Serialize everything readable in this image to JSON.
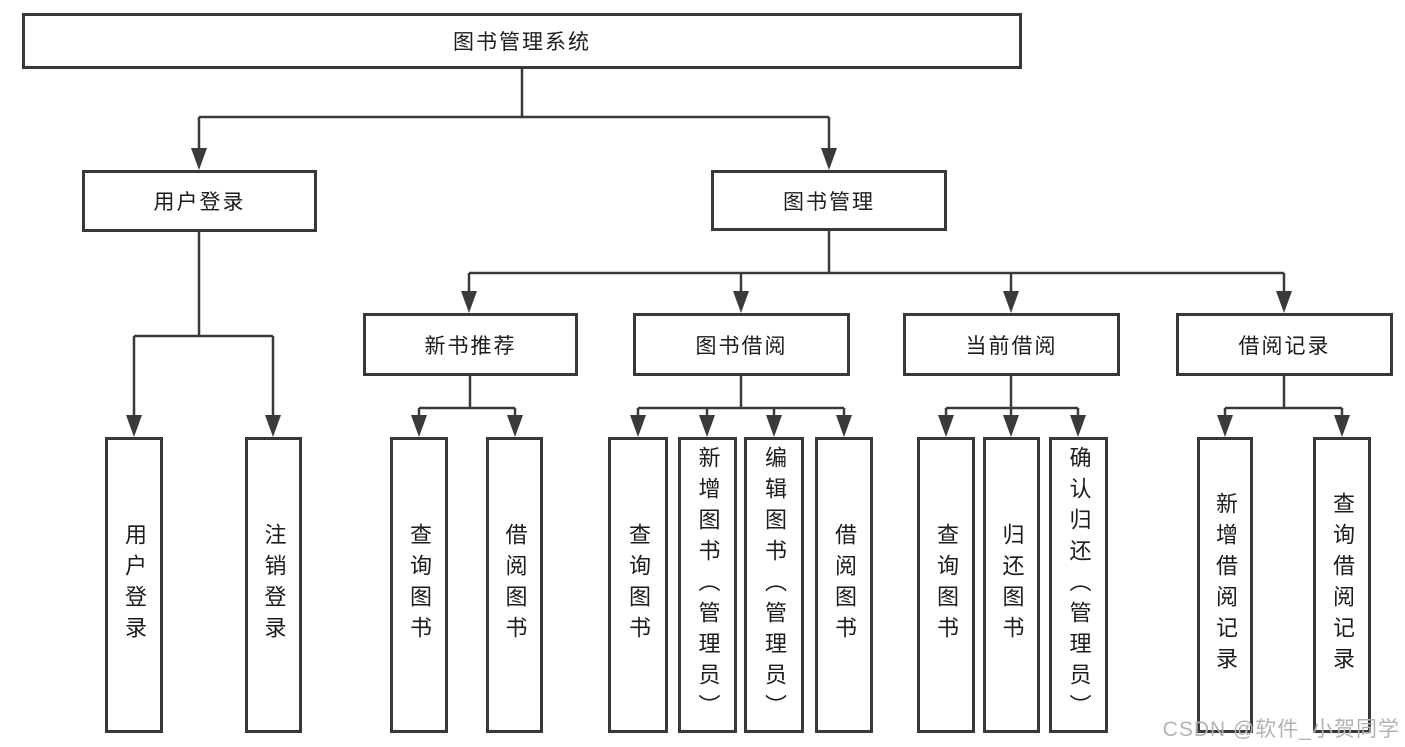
{
  "tree": {
    "root": {
      "label": "图书管理系统"
    },
    "branches": [
      {
        "label": "用户登录",
        "children": [
          {
            "label": "用户登录"
          },
          {
            "label": "注销登录"
          }
        ]
      },
      {
        "label": "图书管理",
        "children": [
          {
            "label": "新书推荐",
            "children": [
              {
                "label": "查询图书"
              },
              {
                "label": "借阅图书"
              }
            ]
          },
          {
            "label": "图书借阅",
            "children": [
              {
                "label": "查询图书"
              },
              {
                "label": "新增图书（管理员）"
              },
              {
                "label": "编辑图书（管理员）"
              },
              {
                "label": "借阅图书"
              }
            ]
          },
          {
            "label": "当前借阅",
            "children": [
              {
                "label": "查询图书"
              },
              {
                "label": "归还图书"
              },
              {
                "label": "确认归还（管理员）"
              }
            ]
          },
          {
            "label": "借阅记录",
            "children": [
              {
                "label": "新增借阅记录"
              },
              {
                "label": "查询借阅记录"
              }
            ]
          }
        ]
      }
    ]
  },
  "watermark": "CSDN @软件_小贺同学",
  "colors": {
    "line": "#3a3a3a",
    "box_border": "#383838",
    "text": "#1c1c1c",
    "background": "#ffffff",
    "watermark": "#b3b3b3"
  }
}
